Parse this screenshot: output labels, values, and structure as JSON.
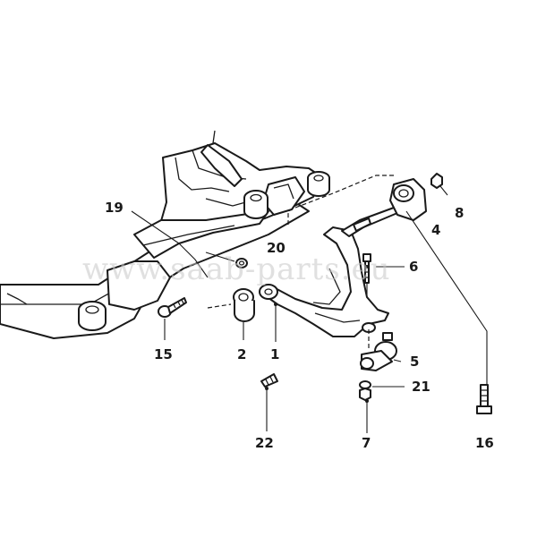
{
  "watermark": "www.saab-parts.eu",
  "callouts": {
    "c1": "1",
    "c2": "2",
    "c4": "4",
    "c5": "5",
    "c6": "6",
    "c7": "7",
    "c8": "8",
    "c15": "15",
    "c16": "16",
    "c19": "19",
    "c20": "20",
    "c21": "21",
    "c22": "22"
  }
}
